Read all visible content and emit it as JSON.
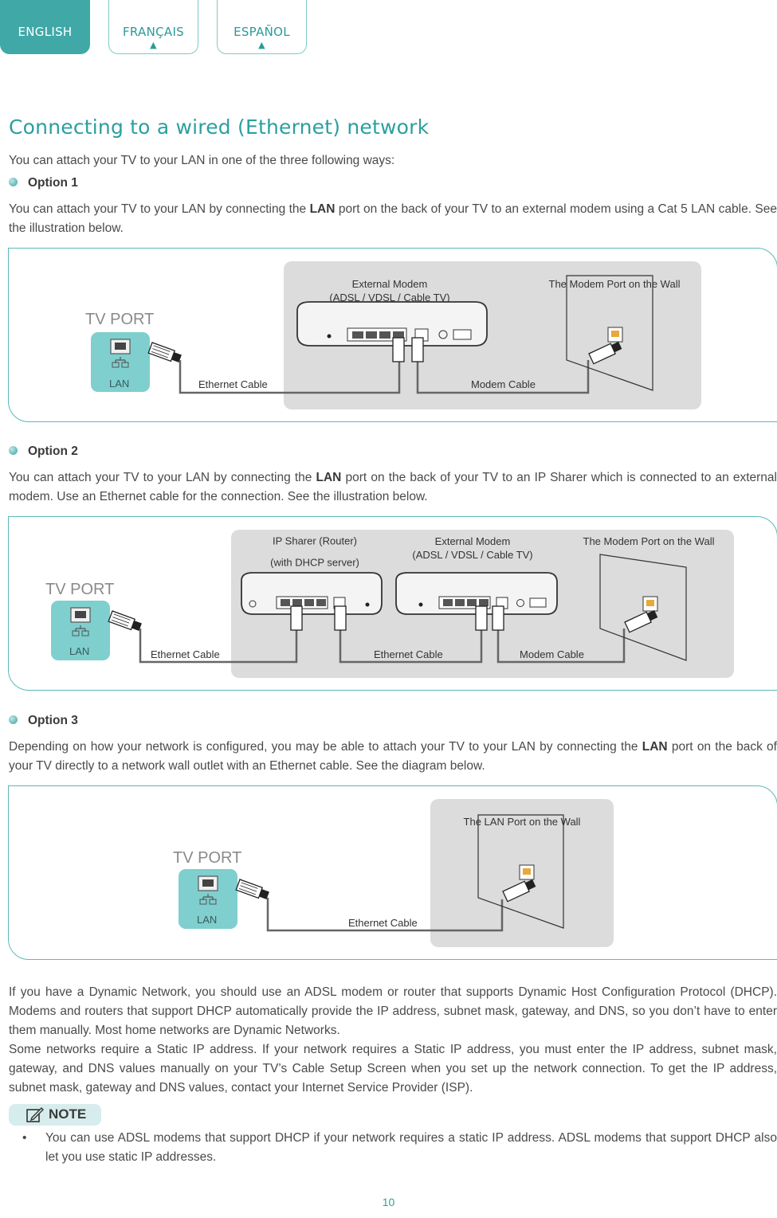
{
  "tabs": [
    {
      "label": "ENGLISH"
    },
    {
      "label": "FRANÇAIS"
    },
    {
      "label": "ESPAÑOL"
    }
  ],
  "title": "Connecting to a wired (Ethernet) network",
  "intro": "You can attach your TV to your LAN in one of the three following ways:",
  "option1": {
    "heading": "Option 1",
    "text_pre": "You can attach your TV to your LAN by connecting the ",
    "bold": "LAN",
    "text_post": " port on the back of your TV to an external modem using a Cat 5 LAN cable. See the illustration below.",
    "diagram": {
      "tv_port": "TV PORT",
      "lan": "LAN",
      "modem_line1": "External Modem",
      "modem_line2": "(ADSL / VDSL / Cable TV)",
      "wall": "The Modem Port on the Wall",
      "ethernet_cable": "Ethernet Cable",
      "modem_cable": "Modem Cable"
    }
  },
  "option2": {
    "heading": "Option 2",
    "text_pre": "You can attach your TV to your LAN by connecting the ",
    "bold": "LAN",
    "text_post": " port on the back of your TV to an IP Sharer which is connected to an external modem. Use an Ethernet cable for the connection. See the illustration below.",
    "diagram": {
      "tv_port": "TV PORT",
      "lan": "LAN",
      "router_line1": "IP Sharer (Router)",
      "router_line2": "(with DHCP server)",
      "modem_line1": "External Modem",
      "modem_line2": "(ADSL / VDSL / Cable TV)",
      "wall": "The Modem Port on the Wall",
      "ethernet_cable_1": "Ethernet Cable",
      "ethernet_cable_2": "Ethernet Cable",
      "modem_cable": "Modem Cable"
    }
  },
  "option3": {
    "heading": "Option 3",
    "text_pre": "Depending on how your network is configured, you may be able to attach your TV to your LAN by connecting the ",
    "bold": "LAN",
    "text_post": " port on the back of your TV directly to a network wall outlet with an Ethernet cable. See the diagram below.",
    "diagram": {
      "tv_port": "TV PORT",
      "lan": "LAN",
      "wall": "The LAN Port on the Wall",
      "ethernet_cable": "Ethernet Cable"
    }
  },
  "para_dynamic": "If you have a Dynamic Network, you should use an ADSL modem or router that supports Dynamic Host Configuration Protocol (DHCP). Modems and routers that support DHCP automatically provide the IP address, subnet mask, gateway, and DNS, so you don’t have to enter them manually. Most home networks are Dynamic Networks.",
  "para_static": "Some networks require a Static IP address. If your network requires a Static IP address, you must enter the IP address, subnet mask, gateway, and DNS values manually on your TV’s Cable Setup Screen when you set up the network connection. To get the IP address, subnet mask, gateway and DNS values, contact your Internet Service Provider (ISP).",
  "note": {
    "label": "NOTE",
    "items": [
      "You can use ADSL modems that support DHCP if your network requires a static IP address. ADSL modems that support DHCP also let you use static IP addresses."
    ]
  },
  "page_number": "10",
  "colors": {
    "accent": "#2a9fa0",
    "tab_active": "#41a8a8",
    "lan_box": "#7fcfcf",
    "diagram_bg": "#dcdcdc"
  },
  "icons": [
    "lan-port-icon",
    "ethernet-plug-icon",
    "modem-icon",
    "router-icon",
    "wall-outlet-icon",
    "note-pencil-icon"
  ]
}
